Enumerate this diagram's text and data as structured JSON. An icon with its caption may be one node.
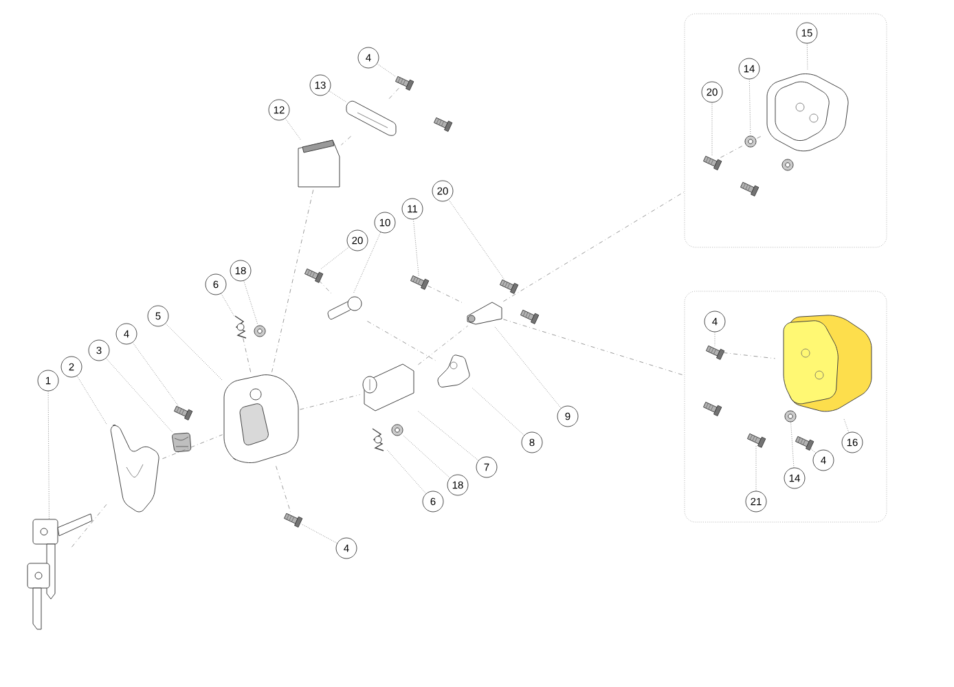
{
  "diagram": {
    "nodes": [
      {
        "text": [
          "1"
        ]
      },
      {
        "text": [
          "2"
        ]
      },
      {
        "text": [
          "3"
        ]
      },
      {
        "text": [
          "4"
        ]
      },
      {
        "text": [
          "5"
        ]
      },
      {
        "text": [
          "6"
        ]
      },
      {
        "text": [
          "18"
        ]
      },
      {
        "text": [
          "4"
        ]
      },
      {
        "text": [
          "13"
        ]
      },
      {
        "text": [
          "12"
        ]
      },
      {
        "text": [
          "20"
        ]
      },
      {
        "text": [
          "10"
        ]
      },
      {
        "text": [
          "11"
        ]
      },
      {
        "text": [
          "20"
        ]
      },
      {
        "text": [
          "9"
        ]
      },
      {
        "text": [
          "8"
        ]
      },
      {
        "text": [
          "7"
        ]
      },
      {
        "text": [
          "18"
        ]
      },
      {
        "text": [
          "6"
        ]
      },
      {
        "text": [
          "4"
        ]
      },
      {
        "text": [
          "15"
        ],
        "in": 28
      },
      {
        "text": [
          "14"
        ],
        "in": 28
      },
      {
        "text": [
          "20"
        ],
        "in": 28
      },
      {
        "text": [
          "4"
        ],
        "in": 29
      },
      {
        "text": [
          "16"
        ],
        "in": 29
      },
      {
        "text": [
          "14"
        ],
        "in": 29
      },
      {
        "text": [
          "4"
        ],
        "in": 29
      },
      {
        "text": [
          "21"
        ],
        "in": 29
      },
      {
        "text": [],
        "shape": "box"
      },
      {
        "text": [],
        "shape": "box"
      },
      {
        "text": [],
        "shape": "picture"
      },
      {
        "text": [],
        "shape": "picture"
      },
      {
        "text": [],
        "shape": "picture"
      },
      {
        "text": [],
        "shape": "picture"
      },
      {
        "text": [],
        "shape": "picture"
      },
      {
        "text": [],
        "shape": "picture"
      },
      {
        "text": [],
        "shape": "picture"
      },
      {
        "text": [],
        "shape": "picture"
      },
      {
        "text": [],
        "shape": "picture"
      },
      {
        "text": [],
        "shape": "picture"
      },
      {
        "text": [],
        "shape": "picture"
      },
      {
        "text": [],
        "shape": "picture"
      },
      {
        "text": [],
        "shape": "picture"
      },
      {
        "text": [],
        "shape": "picture"
      },
      {
        "text": [],
        "shape": "picture"
      },
      {
        "text": [],
        "shape": "picture"
      },
      {
        "text": [],
        "shape": "picture"
      },
      {
        "text": [],
        "shape": "picture"
      },
      {
        "text": [],
        "shape": "picture"
      },
      {
        "text": [],
        "shape": "picture"
      },
      {
        "text": [],
        "shape": "picture",
        "in": 28
      },
      {
        "text": [],
        "shape": "picture",
        "in": 28
      },
      {
        "text": [],
        "shape": "picture",
        "in": 28
      },
      {
        "text": [],
        "shape": "picture",
        "in": 29
      },
      {
        "text": [],
        "shape": "picture",
        "in": 29
      },
      {
        "text": [],
        "shape": "picture",
        "in": 29
      },
      {
        "text": [],
        "shape": "picture",
        "in": 29
      },
      {
        "text": [],
        "shape": "picture",
        "in": 29
      }
    ],
    "edges": [
      {
        "from": 0,
        "to": 30,
        "arrow": "none"
      },
      {
        "from": 1,
        "to": 31,
        "arrow": "none"
      },
      {
        "from": 2,
        "to": 32,
        "arrow": "none"
      },
      {
        "from": 3,
        "to": 33,
        "arrow": "none"
      },
      {
        "from": 4,
        "to": 34,
        "arrow": "none"
      },
      {
        "from": 5,
        "to": 35,
        "arrow": "none"
      },
      {
        "from": 6,
        "to": 36,
        "arrow": "none"
      },
      {
        "from": 7,
        "to": 37,
        "arrow": "none"
      },
      {
        "from": 8,
        "to": 38,
        "arrow": "none"
      },
      {
        "from": 9,
        "to": 39,
        "arrow": "none"
      },
      {
        "from": 10,
        "to": 40,
        "arrow": "none"
      },
      {
        "from": 11,
        "to": 41,
        "arrow": "none"
      },
      {
        "from": 12,
        "to": 42,
        "arrow": "none"
      },
      {
        "from": 13,
        "to": 43,
        "arrow": "none"
      },
      {
        "from": 14,
        "to": 44,
        "arrow": "none"
      },
      {
        "from": 15,
        "to": 45,
        "arrow": "none"
      },
      {
        "from": 16,
        "to": 46,
        "arrow": "none"
      },
      {
        "from": 17,
        "to": 47,
        "arrow": "none"
      },
      {
        "from": 18,
        "to": 48,
        "arrow": "none"
      },
      {
        "from": 19,
        "to": 49,
        "arrow": "none"
      },
      {
        "from": 20,
        "to": 50,
        "arrow": "none"
      },
      {
        "from": 21,
        "to": 51,
        "arrow": "none"
      },
      {
        "from": 22,
        "to": 52,
        "arrow": "none"
      },
      {
        "from": 23,
        "to": 53,
        "arrow": "none"
      },
      {
        "from": 24,
        "to": 54,
        "arrow": "none"
      },
      {
        "from": 25,
        "to": 55,
        "arrow": "none"
      },
      {
        "from": 26,
        "to": 56,
        "arrow": "none"
      },
      {
        "from": 27,
        "to": 57,
        "arrow": "none"
      },
      {
        "from": 30,
        "to": 31,
        "arrow": "none",
        "style": "dashed"
      },
      {
        "from": 31,
        "to": 34,
        "arrow": "none",
        "style": "dashed"
      },
      {
        "from": 34,
        "to": 46,
        "arrow": "none",
        "style": "dashed"
      },
      {
        "from": 46,
        "to": 44,
        "arrow": "none",
        "style": "dashed"
      },
      {
        "from": 44,
        "to": 28,
        "arrow": "none",
        "style": "dashed"
      },
      {
        "from": 39,
        "to": 34,
        "arrow": "none",
        "style": "dashed"
      },
      {
        "from": 44,
        "to": 29,
        "arrow": "none",
        "style": "dashed"
      },
      {
        "from": 34,
        "to": 49,
        "arrow": "none",
        "style": "dashed"
      },
      {
        "from": 35,
        "to": 34,
        "arrow": "none",
        "style": "dashed"
      },
      {
        "from": 37,
        "to": 38,
        "arrow": "none",
        "style": "dashed"
      },
      {
        "from": 38,
        "to": 39,
        "arrow": "none",
        "style": "dashed"
      },
      {
        "from": 40,
        "to": 41,
        "arrow": "none",
        "style": "dashed"
      },
      {
        "from": 41,
        "to": 45,
        "arrow": "none",
        "style": "dashed"
      },
      {
        "from": 42,
        "to": 44,
        "arrow": "none",
        "style": "dashed"
      },
      {
        "from": 52,
        "to": 51,
        "arrow": "none",
        "style": "dashed"
      },
      {
        "from": 51,
        "to": 50,
        "arrow": "none",
        "style": "dashed"
      },
      {
        "from": 53,
        "to": 54,
        "arrow": "none",
        "style": "dashed"
      }
    ]
  }
}
